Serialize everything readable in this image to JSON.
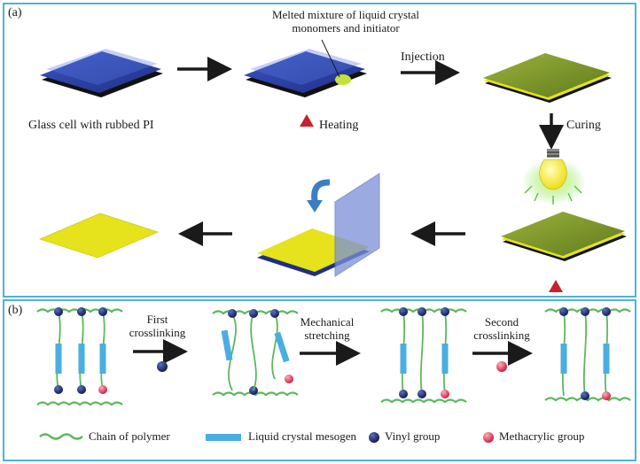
{
  "panel_a": {
    "label": "(a)",
    "step1_caption": "Glass cell with rubbed PI",
    "melt_callout_line1": "Melted mixture of liquid crystal",
    "melt_callout_line2": "monomers and initiator",
    "heating_label": "Heating",
    "injection_label": "Injection",
    "curing_label": "Curing"
  },
  "panel_b": {
    "label": "(b)",
    "step1_line1": "First",
    "step1_line2": "crosslinking",
    "step2_line1": "Mechanical",
    "step2_line2": "stretching",
    "step3_line1": "Second",
    "step3_line2": "crosslinking"
  },
  "legend": {
    "polymer_chain": "Chain of polymer",
    "lc_mesogen": "Liquid crystal mesogen",
    "vinyl_group": "Vinyl group",
    "methacrylic_group": "Methacrylic group"
  },
  "colors": {
    "frame": "#4fb3d9",
    "glass_blue": "#2c3f9e",
    "lc_film_green": "#7e9a28",
    "film_yellow": "#e6e21c",
    "heating_red": "#c8202a",
    "polymer_chain": "#5cb85c",
    "mesogen": "#4aaee0",
    "vinyl": "#1c2a6b",
    "methacrylic": "#e0304a"
  }
}
